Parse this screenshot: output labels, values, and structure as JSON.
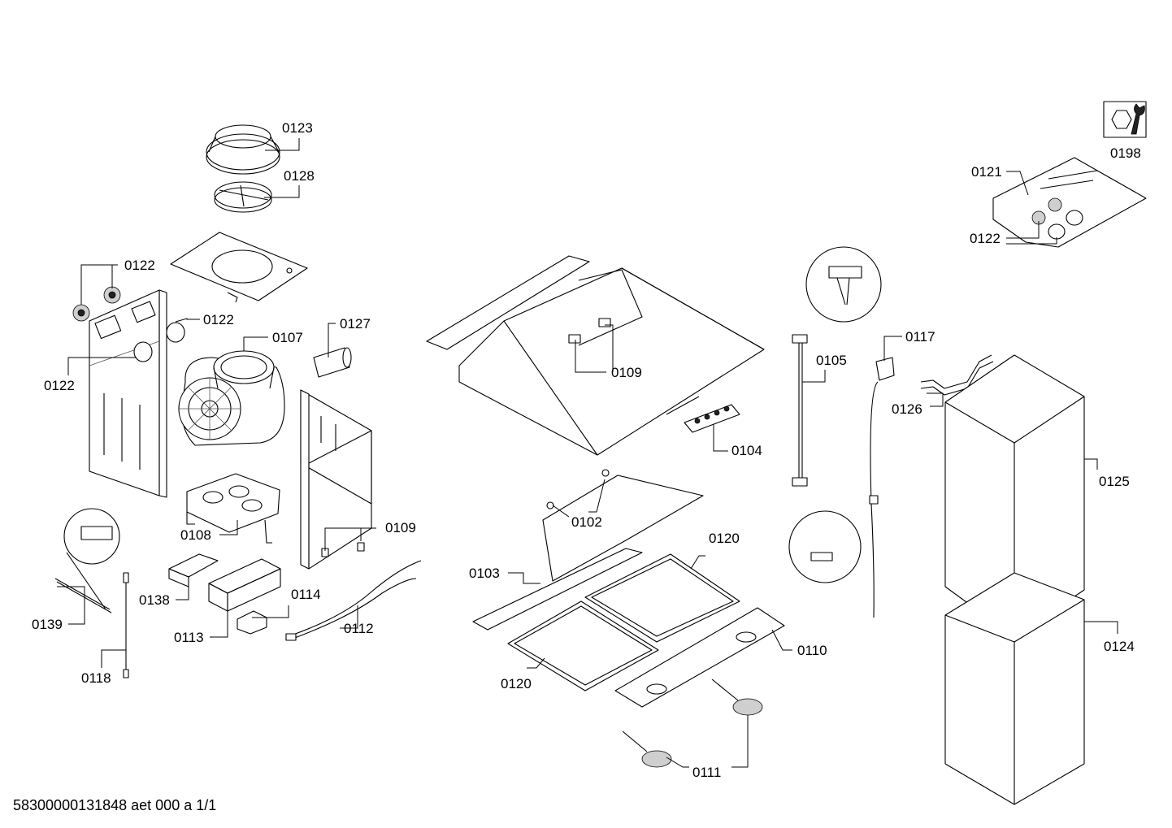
{
  "diagram": {
    "labels": {
      "0123": "0123",
      "0128": "0128",
      "0122_a": "0122",
      "0122_b": "0122",
      "0122_c": "0122",
      "0122_d": "0122",
      "0107": "0107",
      "0127": "0127",
      "0108": "0108",
      "0109_a": "0109",
      "0109_b": "0109",
      "0139": "0139",
      "0138": "0138",
      "0113": "0113",
      "0114": "0114",
      "0112": "0112",
      "0118": "0118",
      "0102": "0102",
      "0103": "0103",
      "0120_a": "0120",
      "0120_b": "0120",
      "0110": "0110",
      "0111": "0111",
      "0104": "0104",
      "0105": "0105",
      "0117": "0117",
      "0126": "0126",
      "0125": "0125",
      "0124": "0124",
      "0121": "0121",
      "0198": "0198"
    }
  },
  "icons": {
    "service_kit": "wrench-nut-icon"
  },
  "footer": {
    "code": "58300000131848 aet 000 a 1/1"
  }
}
